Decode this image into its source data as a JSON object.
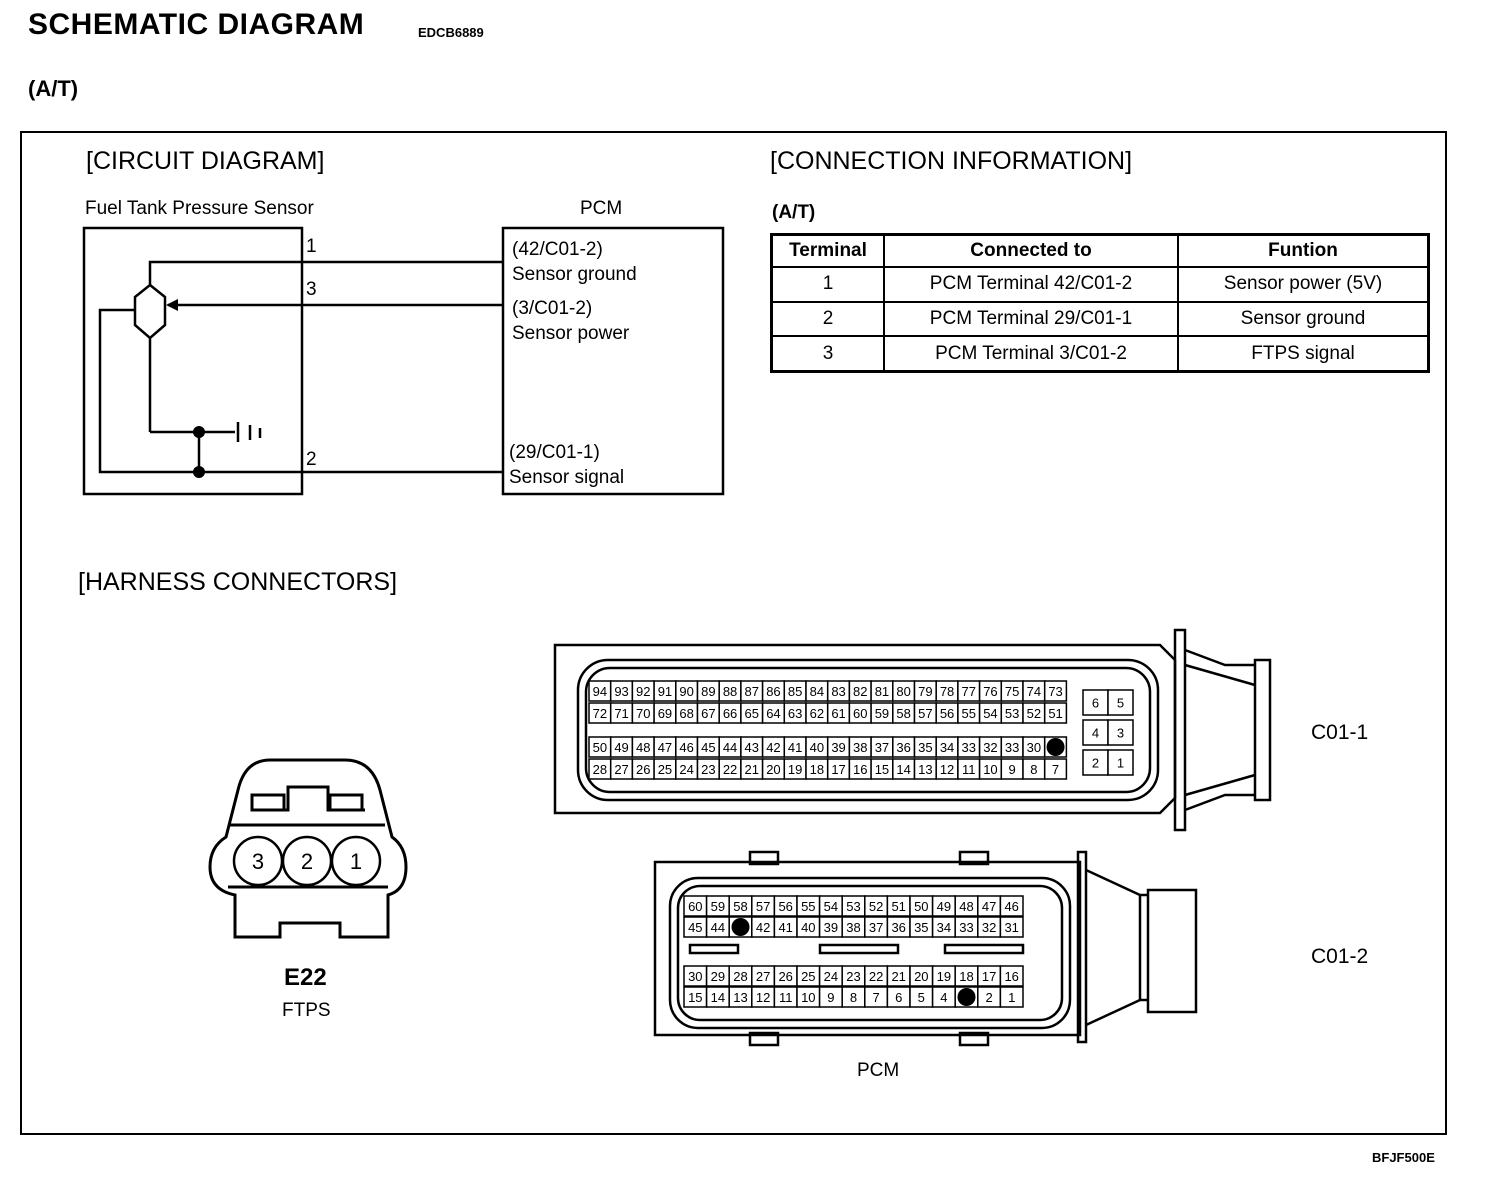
{
  "page": {
    "title": "SCHEMATIC DIAGRAM",
    "doc_code": "EDCB6889",
    "variant": "(A/T)",
    "figure_code": "BFJF500E"
  },
  "circuit": {
    "heading": "[CIRCUIT DIAGRAM]",
    "sensor_label": "Fuel Tank Pressure Sensor",
    "pcm_label": "PCM",
    "pins": [
      "1",
      "3",
      "2"
    ],
    "pcm_pins": [
      {
        "id": "(42/C01-2)",
        "name": "Sensor ground"
      },
      {
        "id": "(3/C01-2)",
        "name": "Sensor power"
      },
      {
        "id": "(29/C01-1)",
        "name": "Sensor signal"
      }
    ]
  },
  "connection": {
    "heading": "[CONNECTION INFORMATION]",
    "variant": "(A/T)",
    "columns": [
      "Terminal",
      "Connected to",
      "Funtion"
    ],
    "rows": [
      [
        "1",
        "PCM Terminal 42/C01-2",
        "Sensor power (5V)"
      ],
      [
        "2",
        "PCM Terminal 29/C01-1",
        "Sensor ground"
      ],
      [
        "3",
        "PCM Terminal 3/C01-2",
        "FTPS signal"
      ]
    ]
  },
  "harness": {
    "heading": "[HARNESS CONNECTORS]",
    "e22": {
      "name": "E22",
      "desc": "FTPS",
      "pins": [
        "3",
        "2",
        "1"
      ]
    },
    "c011": {
      "label": "C01-1",
      "row1": [
        "94",
        "93",
        "92",
        "91",
        "90",
        "89",
        "88",
        "87",
        "86",
        "85",
        "84",
        "83",
        "82",
        "81",
        "80",
        "79",
        "78",
        "77",
        "76",
        "75",
        "74",
        "73"
      ],
      "row2": [
        "72",
        "71",
        "70",
        "69",
        "68",
        "67",
        "66",
        "65",
        "64",
        "63",
        "62",
        "61",
        "60",
        "59",
        "58",
        "57",
        "56",
        "55",
        "54",
        "53",
        "52",
        "51"
      ],
      "row3": [
        "50",
        "49",
        "48",
        "47",
        "46",
        "45",
        "44",
        "43",
        "42",
        "41",
        "40",
        "39",
        "38",
        "37",
        "36",
        "35",
        "34",
        "33",
        "32",
        "33",
        "30",
        ""
      ],
      "row4": [
        "28",
        "27",
        "26",
        "25",
        "24",
        "23",
        "22",
        "21",
        "20",
        "19",
        "18",
        "17",
        "16",
        "15",
        "14",
        "13",
        "12",
        "11",
        "10",
        "9",
        "8",
        "7"
      ],
      "small": [
        [
          "6",
          "5"
        ],
        [
          "4",
          "3"
        ],
        [
          "2",
          "1"
        ]
      ]
    },
    "c012": {
      "label": "C01-2",
      "row1": [
        "60",
        "59",
        "58",
        "57",
        "56",
        "55",
        "54",
        "53",
        "52",
        "51",
        "50",
        "49",
        "48",
        "47",
        "46"
      ],
      "row2": [
        "45",
        "44",
        "",
        "42",
        "41",
        "40",
        "39",
        "38",
        "37",
        "36",
        "35",
        "34",
        "33",
        "32",
        "31"
      ],
      "row3": [
        "30",
        "29",
        "28",
        "27",
        "26",
        "25",
        "24",
        "23",
        "22",
        "21",
        "20",
        "19",
        "18",
        "17",
        "16"
      ],
      "row4": [
        "15",
        "14",
        "13",
        "12",
        "11",
        "10",
        "9",
        "8",
        "7",
        "6",
        "5",
        "4",
        "",
        "2",
        "1"
      ]
    },
    "pcm_label": "PCM"
  }
}
